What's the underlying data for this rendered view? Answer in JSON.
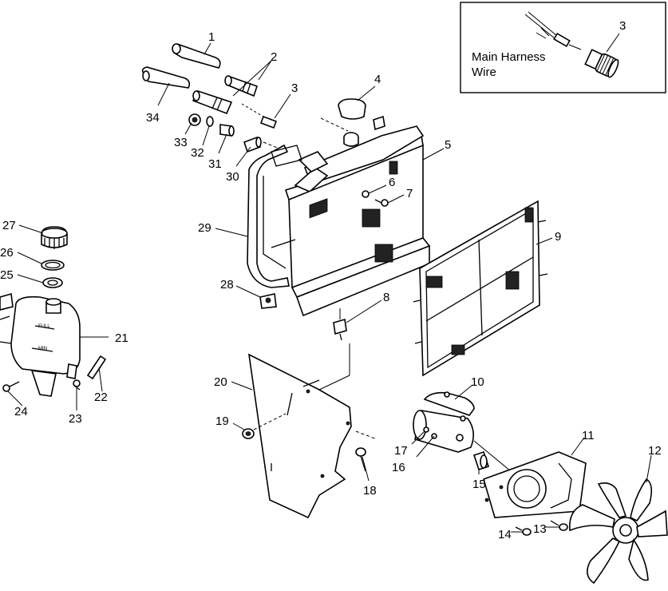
{
  "inset": {
    "text_line1": "Main Harness",
    "text_line2": "Wire",
    "number": "3"
  },
  "callouts": [
    {
      "id": "c1",
      "text": "1"
    },
    {
      "id": "c2",
      "text": "2"
    },
    {
      "id": "c3",
      "text": "3"
    },
    {
      "id": "c4",
      "text": "4"
    },
    {
      "id": "c5",
      "text": "5"
    },
    {
      "id": "c6",
      "text": "6"
    },
    {
      "id": "c7",
      "text": "7"
    },
    {
      "id": "c8",
      "text": "8"
    },
    {
      "id": "c9",
      "text": "9"
    },
    {
      "id": "c10",
      "text": "10"
    },
    {
      "id": "c11",
      "text": "11"
    },
    {
      "id": "c12",
      "text": "12"
    },
    {
      "id": "c13",
      "text": "13"
    },
    {
      "id": "c14",
      "text": "14"
    },
    {
      "id": "c15",
      "text": "15"
    },
    {
      "id": "c16",
      "text": "16"
    },
    {
      "id": "c17",
      "text": "17"
    },
    {
      "id": "c18",
      "text": "18"
    },
    {
      "id": "c19",
      "text": "19"
    },
    {
      "id": "c20",
      "text": "20"
    },
    {
      "id": "c21",
      "text": "21"
    },
    {
      "id": "c22",
      "text": "22"
    },
    {
      "id": "c23",
      "text": "23"
    },
    {
      "id": "c24",
      "text": "24"
    },
    {
      "id": "c25",
      "text": "25"
    },
    {
      "id": "c26",
      "text": "26"
    },
    {
      "id": "c27",
      "text": "27"
    },
    {
      "id": "c28",
      "text": "28"
    },
    {
      "id": "c29",
      "text": "29"
    },
    {
      "id": "c30",
      "text": "30"
    },
    {
      "id": "c31",
      "text": "31"
    },
    {
      "id": "c32",
      "text": "32"
    },
    {
      "id": "c33",
      "text": "33"
    },
    {
      "id": "c34",
      "text": "34"
    }
  ]
}
